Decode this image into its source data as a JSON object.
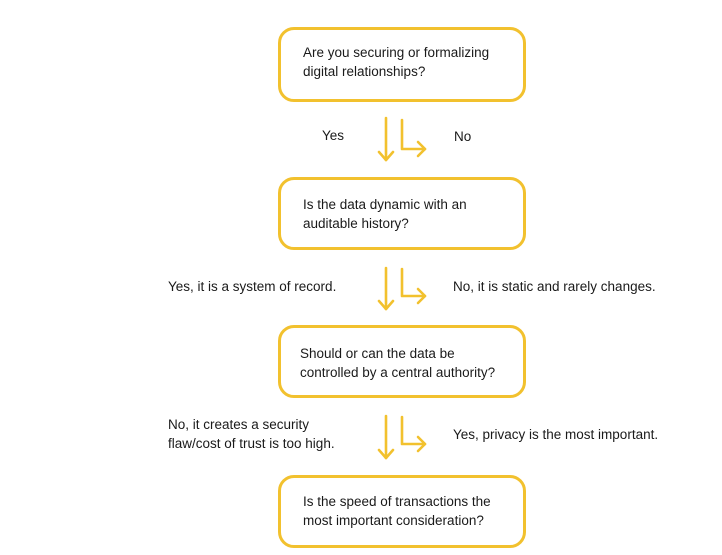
{
  "accent_color": "#f2c12e",
  "steps": [
    {
      "question": "Are you securing or formalizing\ndigital relationships?",
      "yes_label": "Yes",
      "no_label": "No"
    },
    {
      "question": "Is the data dynamic with an\nauditable history?",
      "yes_label": "Yes, it is a system of record.",
      "no_label": "No, it is static and rarely changes."
    },
    {
      "question": "Should or can the data be\ncontrolled by a central authority?",
      "yes_label": "No, it creates a security\nflaw/cost of trust is too high.",
      "no_label": "Yes, privacy is the most important."
    },
    {
      "question": "Is the speed of transactions the\nmost important consideration?"
    }
  ]
}
